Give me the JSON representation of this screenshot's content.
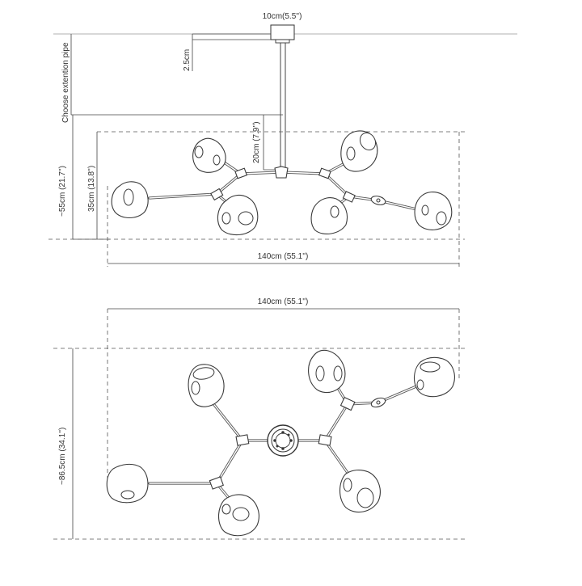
{
  "labels": {
    "canopy_width": "10cm(5.5'')",
    "canopy_height": "2.5cm",
    "extension_pipe": "Choose extention pipe",
    "stem_length": "20cm (7.9'')",
    "total_height": "~55cm (21.7'')",
    "body_height": "35cm (13.8'')",
    "side_width": "140cm (55.1'')",
    "top_width": "140cm (55.1'')",
    "top_depth": "~86.5cm (34.1'')"
  },
  "colors": {
    "line": "#3a3a3a",
    "dimension": "#444444",
    "background": "#ffffff"
  }
}
